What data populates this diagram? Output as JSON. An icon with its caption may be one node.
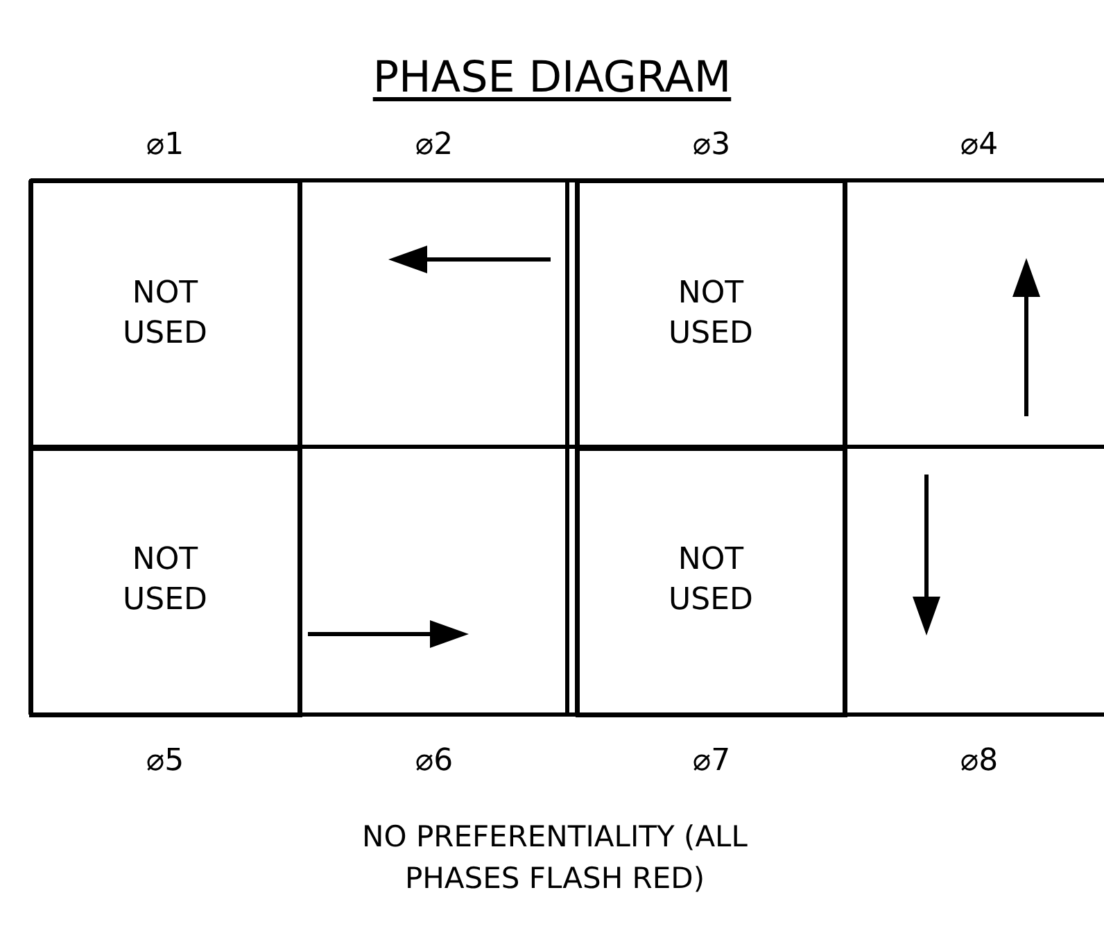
{
  "diagram": {
    "title": "PHASE DIAGRAM",
    "caption": "NO PREFERENTIALITY (ALL PHASES FLASH RED)",
    "nodes": [
      {
        "text": [
          "NOT USED"
        ]
      },
      {
        "text": [
          "NOT USED"
        ]
      },
      {
        "text": [
          "NOT USED"
        ]
      },
      {
        "text": [
          "NOT USED"
        ]
      }
    ],
    "labels": [
      "⌀1",
      "⌀2",
      "⌀3",
      "⌀4",
      "⌀5",
      "⌀6",
      "⌀7",
      "⌀8"
    ]
  }
}
